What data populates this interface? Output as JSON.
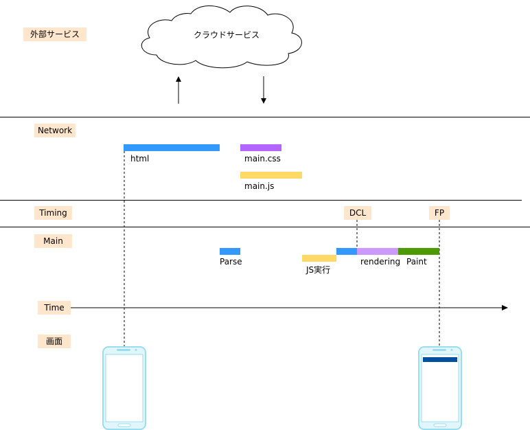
{
  "lanes": {
    "external": "外部サービス",
    "network": "Network",
    "timing": "Timing",
    "main": "Main",
    "time": "Time",
    "screen": "画面"
  },
  "cloud": {
    "label": "クラウドサービス"
  },
  "network": {
    "html": {
      "label": "html",
      "color": "#3399ff"
    },
    "css": {
      "label": "main.css",
      "color": "#b266ff"
    },
    "js": {
      "label": "main.js",
      "color": "#ffd966"
    }
  },
  "timing": {
    "dcl": "DCL",
    "fp": "FP"
  },
  "main": {
    "parse": {
      "label": "Parse",
      "color": "#3399ff"
    },
    "js_exec": {
      "label": "JS実行",
      "color": "#ffd966"
    },
    "parse2": {
      "color": "#3399ff"
    },
    "rendering": {
      "label": "rendering",
      "color": "#cc99ff"
    },
    "paint": {
      "label": "Paint",
      "color": "#4d9900"
    }
  },
  "colors": {
    "lane_label_bg": "#ffe6cc",
    "phone_border": "#99ddee",
    "phone_body": "#e0f6fb",
    "painted_content": "#0050a0"
  }
}
